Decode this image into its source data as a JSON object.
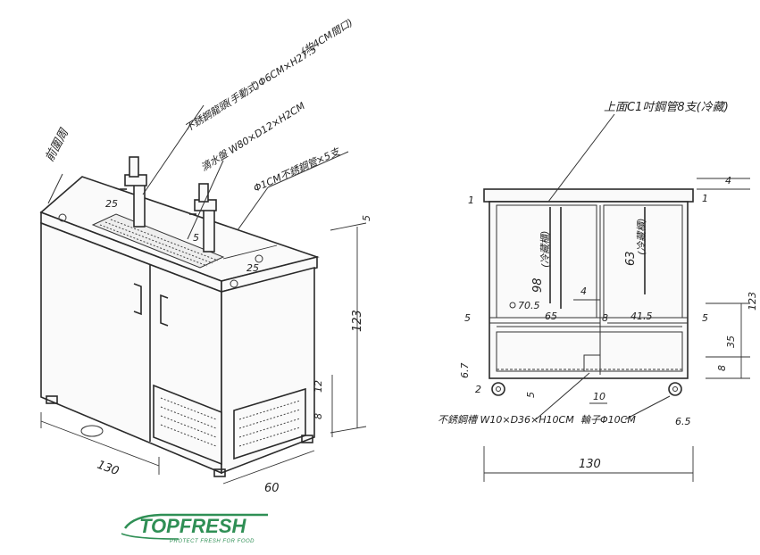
{
  "left_view": {
    "label_front_panel": "前圍周",
    "label_faucet": "不銹鋼龍頭(手動式)Φ6CM×H27.5",
    "label_faucet_note": "(約4CM間口)",
    "label_drip_tray": "滴水盤 W80×D12×H2CM",
    "label_pipe": "Φ1CM不銹鋼管×5支",
    "dim_top_25a": "25",
    "dim_top_25b": "25",
    "dim_top_5": "5",
    "dim_height": "123",
    "dim_top_offset": "5",
    "dim_width": "130",
    "dim_depth": "60",
    "dim_base_a": "12",
    "dim_base_b": "8"
  },
  "right_view": {
    "label_top_pipes": "上面C1吋鋼管8支(冷藏)",
    "label_basin": "不銹鋼槽 W10×D36×H10CM",
    "label_wheels": "輪子Φ10CM",
    "label_left_inner": "(冷藏櫃)",
    "label_right_inner": "(冷藏櫃)",
    "dim_top_4": "4",
    "dim_left_1": "1",
    "dim_right_1": "1",
    "dim_98": "98",
    "dim_63": "63",
    "dim_4": "4",
    "dim_70_5": "70.5",
    "dim_65": "65",
    "dim_8": "8",
    "dim_41_5": "41.5",
    "dim_5_left": "5",
    "dim_5_right": "5",
    "dim_35": "35",
    "dim_8b": "8",
    "dim_123": "123",
    "dim_10": "10",
    "dim_67": "6.7",
    "dim_2": "2",
    "dim_5_bottom": "5",
    "dim_6_5": "6.5",
    "dim_130": "130"
  },
  "logo": {
    "name": "TOPFRESH",
    "tagline": "PROTECT FRESH FOR FOOD",
    "color": "#2f8f55"
  }
}
